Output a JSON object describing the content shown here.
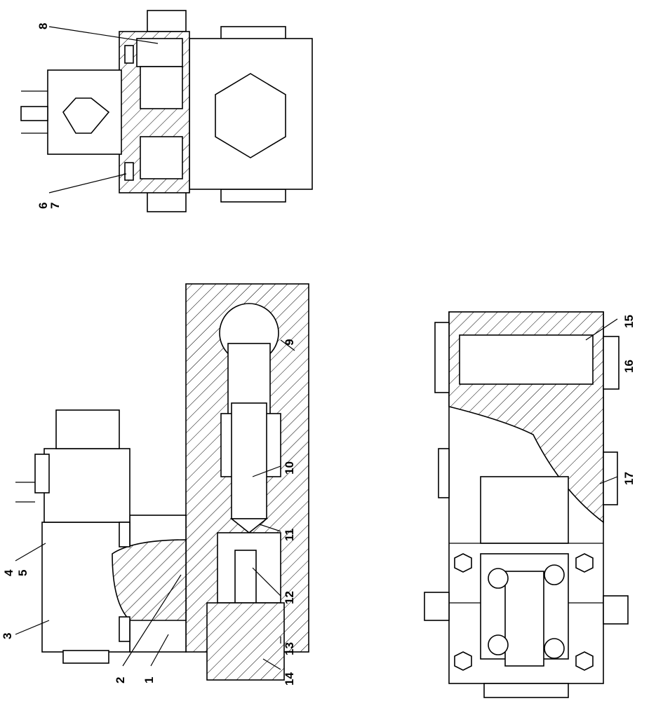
{
  "title": "Valve assembly technical drawing",
  "labels": {
    "l1": "1",
    "l2": "2",
    "l3": "3",
    "l4": "4",
    "l5": "5",
    "l6": "6",
    "l7": "7",
    "l8": "8",
    "l9": "9",
    "l10": "10",
    "l11": "11",
    "l12": "12",
    "l13": "13",
    "l14": "14",
    "l15": "15",
    "l16": "16",
    "l17": "17"
  }
}
